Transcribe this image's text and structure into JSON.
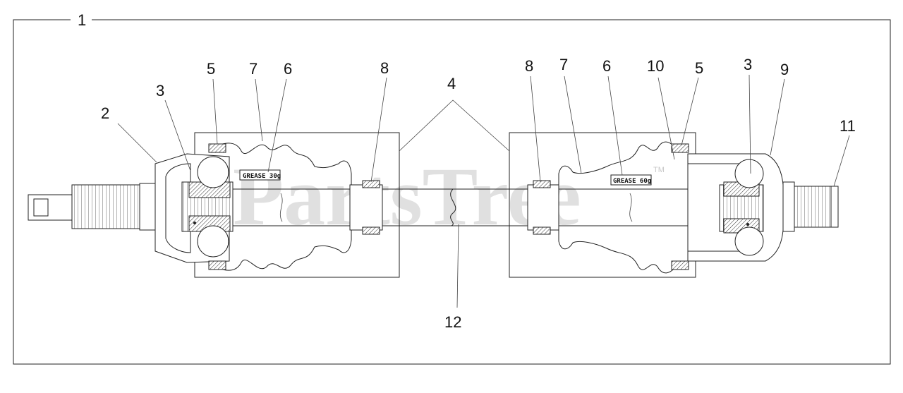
{
  "callouts": {
    "c1": "1",
    "c2": "2",
    "c3a": "3",
    "c3b": "3",
    "c4": "4",
    "c5a": "5",
    "c5b": "5",
    "c6a": "6",
    "c6b": "6",
    "c7a": "7",
    "c7b": "7",
    "c8a": "8",
    "c8b": "8",
    "c9": "9",
    "c10": "10",
    "c11": "11",
    "c12": "12"
  },
  "labels": {
    "grease_left": "GREASE 30g",
    "grease_right": "GREASE 60g"
  },
  "watermark": {
    "text": "PartsTree",
    "trademark": "TM"
  }
}
